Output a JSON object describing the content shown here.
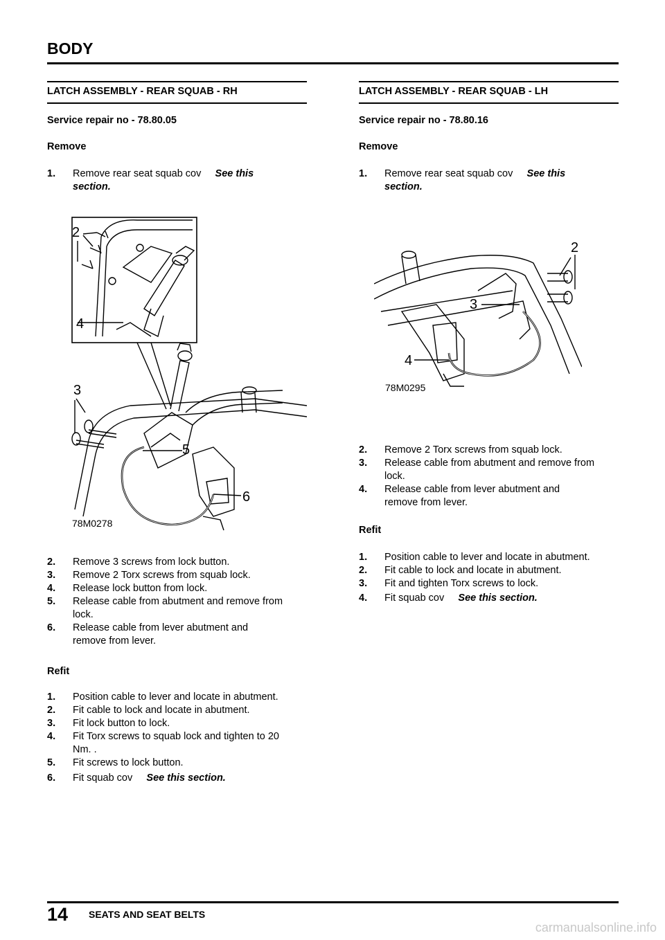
{
  "header": {
    "title": "BODY"
  },
  "left": {
    "title": "LATCH ASSEMBLY - REAR SQUAB - RH",
    "service": "Service repair no - 78.80.05",
    "remove_label": "Remove",
    "step1": {
      "num": "1.",
      "text": "Remove rear seat squab cov",
      "xref": "See this",
      "xref2": "section."
    },
    "figure": {
      "code": "78M0278",
      "callouts": [
        "2",
        "4",
        "3",
        "5",
        "6"
      ]
    },
    "remove_steps": [
      {
        "num": "2.",
        "lines": [
          "Remove 3 screws from lock button."
        ]
      },
      {
        "num": "3.",
        "lines": [
          "Remove 2 Torx screws from squab lock."
        ]
      },
      {
        "num": "4.",
        "lines": [
          "Release lock button from lock."
        ]
      },
      {
        "num": "5.",
        "lines": [
          "Release cable from abutment and remove from",
          "lock."
        ]
      },
      {
        "num": "6.",
        "lines": [
          "Release cable from lever abutment and",
          "remove from lever."
        ]
      }
    ],
    "refit_label": "Refit",
    "refit_steps": [
      {
        "num": "1.",
        "lines": [
          "Position cable to lever and locate in abutment."
        ]
      },
      {
        "num": "2.",
        "lines": [
          "Fit cable to lock and locate in abutment."
        ]
      },
      {
        "num": "3.",
        "lines": [
          "Fit lock button to lock."
        ]
      },
      {
        "num": "4.",
        "lines": [
          "Fit Torx screws to squab lock and tighten to 20",
          "Nm. ."
        ]
      },
      {
        "num": "5.",
        "lines": [
          "Fit screws to lock button."
        ]
      }
    ],
    "refit_last": {
      "num": "6.",
      "text": "Fit squab cov",
      "xref": "See this section."
    }
  },
  "right": {
    "title": "LATCH ASSEMBLY - REAR SQUAB - LH",
    "service": "Service repair no - 78.80.16",
    "remove_label": "Remove",
    "step1": {
      "num": "1.",
      "text": "Remove rear seat squab cov",
      "xref": "See this",
      "xref2": "section."
    },
    "figure": {
      "code": "78M0295",
      "callouts": [
        "2",
        "3",
        "4"
      ]
    },
    "remove_steps": [
      {
        "num": "2.",
        "lines": [
          "Remove 2 Torx screws from squab lock."
        ]
      },
      {
        "num": "3.",
        "lines": [
          "Release cable from abutment and remove from",
          "lock."
        ]
      },
      {
        "num": "4.",
        "lines": [
          "Release cable from lever abutment and",
          "remove from lever."
        ]
      }
    ],
    "refit_label": "Refit",
    "refit_steps": [
      {
        "num": "1.",
        "lines": [
          "Position cable to lever and locate in abutment."
        ]
      },
      {
        "num": "2.",
        "lines": [
          "Fit cable to lock and locate in abutment."
        ]
      },
      {
        "num": "3.",
        "lines": [
          "Fit and tighten Torx screws to lock."
        ]
      }
    ],
    "refit_last": {
      "num": "4.",
      "text": "Fit squab cov",
      "xref": "See this section."
    }
  },
  "footer": {
    "page_number": "14",
    "section": "SEATS AND SEAT BELTS"
  },
  "watermark": "carmanualsonline.info"
}
